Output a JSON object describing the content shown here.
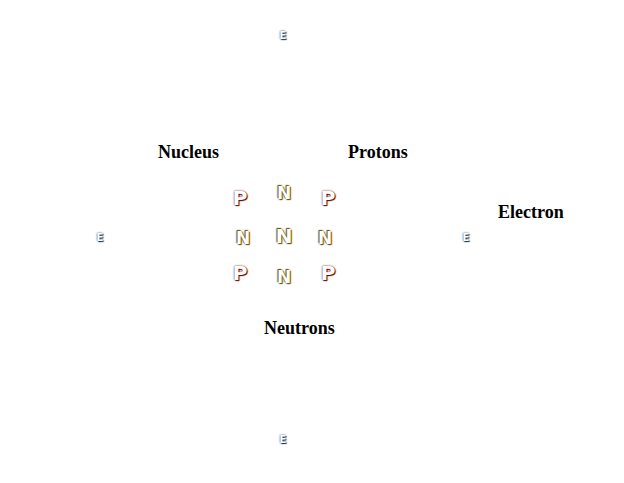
{
  "diagram": {
    "nodes": [
      {
        "text": [
          "E"
        ]
      },
      {
        "text": [
          "P"
        ]
      },
      {
        "text": [
          "N"
        ]
      },
      {
        "text": [
          "P"
        ]
      },
      {
        "text": [
          "E"
        ]
      },
      {
        "text": [
          "N"
        ]
      },
      {
        "text": [
          "N"
        ]
      },
      {
        "text": [
          "N"
        ]
      },
      {
        "text": [
          "E"
        ]
      },
      {
        "text": [
          "P"
        ]
      },
      {
        "text": [
          "N"
        ]
      },
      {
        "text": [
          "P"
        ]
      },
      {
        "text": [
          "E"
        ]
      }
    ],
    "labels": [
      "Nucleus",
      "Protons",
      "Electron",
      "Neutrons"
    ]
  }
}
